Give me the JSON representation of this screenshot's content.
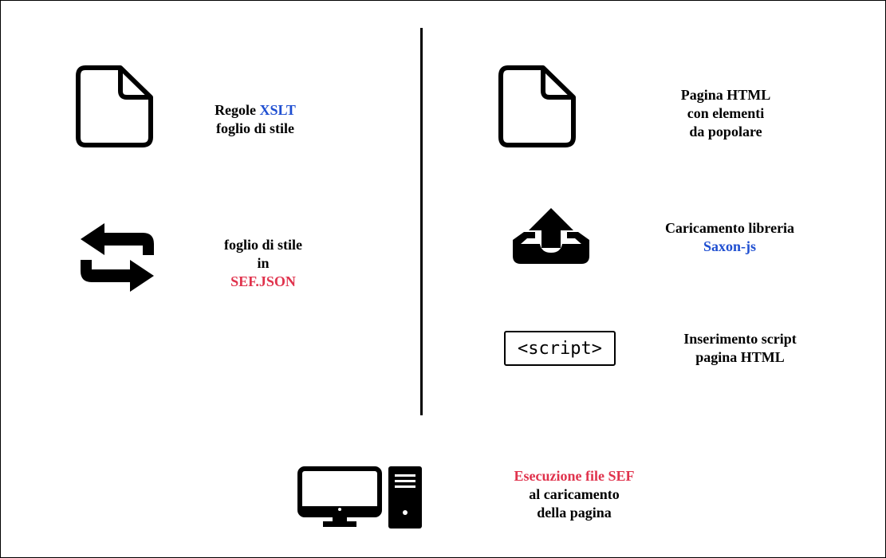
{
  "left": {
    "xslt": {
      "icon": "document-icon",
      "line1_prefix": "Regole ",
      "line1_accent": "XSLT",
      "line2": "foglio di stile"
    },
    "convert": {
      "icon": "swap-arrows-icon",
      "line1": "foglio di stile",
      "line2": "in",
      "line3": "SEF.JSON"
    }
  },
  "right": {
    "html_page": {
      "icon": "document-icon",
      "line1": "Pagina HTML",
      "line2": "con elementi",
      "line3": "da popolare"
    },
    "library": {
      "icon": "upload-tray-icon",
      "line1": "Caricamento libreria",
      "line2": "Saxon-js"
    },
    "script": {
      "tag_text": "<script>",
      "line1": "Inserimento script",
      "line2": "pagina HTML"
    }
  },
  "bottom": {
    "execution": {
      "icon": "desktop-computer-icon",
      "line1": "Esecuzione file SEF",
      "line2": "al caricamento",
      "line3": "della pagina"
    }
  },
  "colors": {
    "accent_blue": "#1f4fd1",
    "accent_red": "#e0334d",
    "ink": "#000000"
  }
}
